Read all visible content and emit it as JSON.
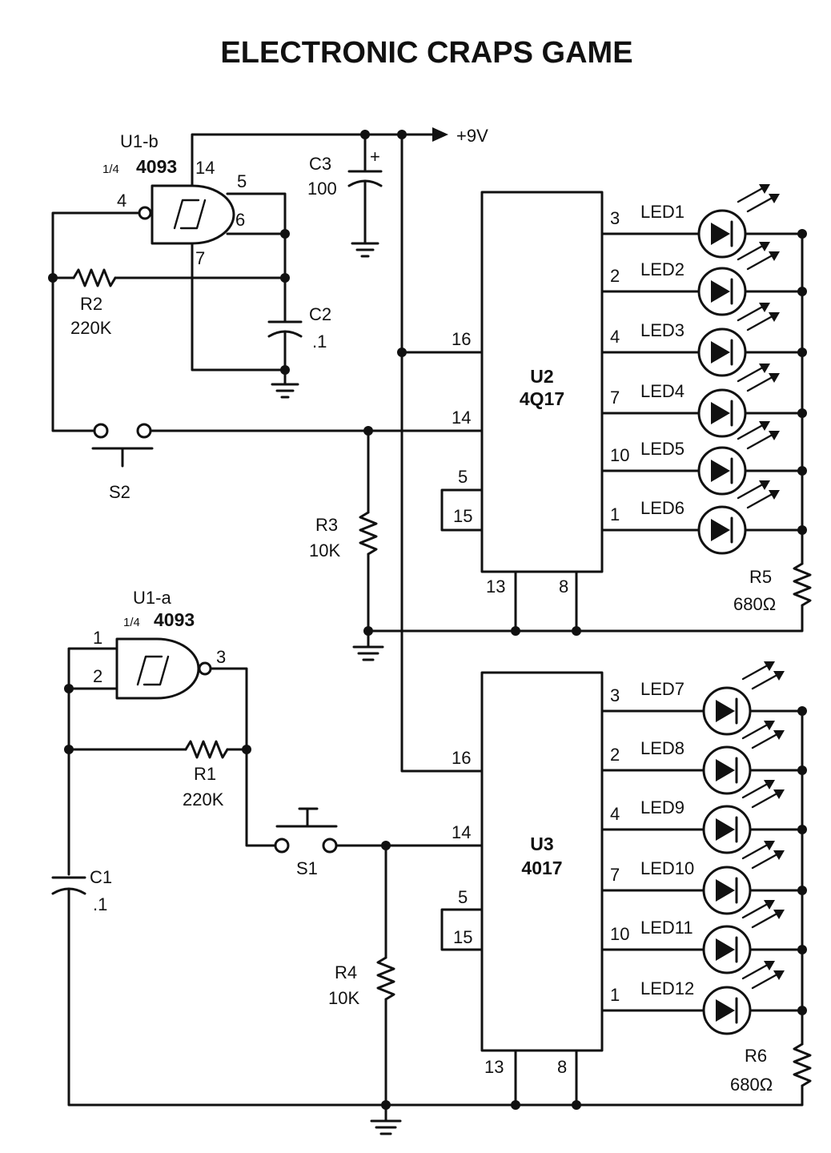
{
  "title": "ELECTRONIC CRAPS GAME",
  "supply": "+9V",
  "u1b": {
    "ref": "U1-b",
    "frac": "1/4",
    "part": "4093",
    "pins": {
      "vcc": "14",
      "in_a": "5",
      "in_b": "6",
      "out": "4",
      "gnd": "7"
    }
  },
  "u1a": {
    "ref": "U1-a",
    "frac": "1/4",
    "part": "4093",
    "pins": {
      "in_a": "1",
      "in_b": "2",
      "out": "3"
    }
  },
  "c3": {
    "ref": "C3",
    "value": "100",
    "polarity": "+"
  },
  "c2": {
    "ref": "C2",
    "value": ".1"
  },
  "c1": {
    "ref": "C1",
    "value": ".1"
  },
  "r2": {
    "ref": "R2",
    "value": "220K"
  },
  "r1": {
    "ref": "R1",
    "value": "220K"
  },
  "r3": {
    "ref": "R3",
    "value": "10K"
  },
  "r4": {
    "ref": "R4",
    "value": "10K"
  },
  "r5": {
    "ref": "R5",
    "value": "680Ω"
  },
  "r6": {
    "ref": "R6",
    "value": "680Ω"
  },
  "s2": {
    "ref": "S2"
  },
  "s1": {
    "ref": "S1"
  },
  "u2": {
    "ref": "U2",
    "part": "4Q17",
    "pins": {
      "vdd": "16",
      "clk": "14",
      "rst_a": "5",
      "rst_b": "15",
      "en": "13",
      "gnd": "8"
    }
  },
  "u3": {
    "ref": "U3",
    "part": "4017",
    "pins": {
      "vdd": "16",
      "clk": "14",
      "rst_a": "5",
      "rst_b": "15",
      "en": "13",
      "gnd": "8"
    }
  },
  "u2_leds": [
    {
      "pin": "3",
      "name": "LED1"
    },
    {
      "pin": "2",
      "name": "LED2"
    },
    {
      "pin": "4",
      "name": "LED3"
    },
    {
      "pin": "7",
      "name": "LED4"
    },
    {
      "pin": "10",
      "name": "LED5"
    },
    {
      "pin": "1",
      "name": "LED6"
    }
  ],
  "u3_leds": [
    {
      "pin": "3",
      "name": "LED7"
    },
    {
      "pin": "2",
      "name": "LED8"
    },
    {
      "pin": "4",
      "name": "LED9"
    },
    {
      "pin": "7",
      "name": "LED10"
    },
    {
      "pin": "10",
      "name": "LED11"
    },
    {
      "pin": "1",
      "name": "LED12"
    }
  ]
}
